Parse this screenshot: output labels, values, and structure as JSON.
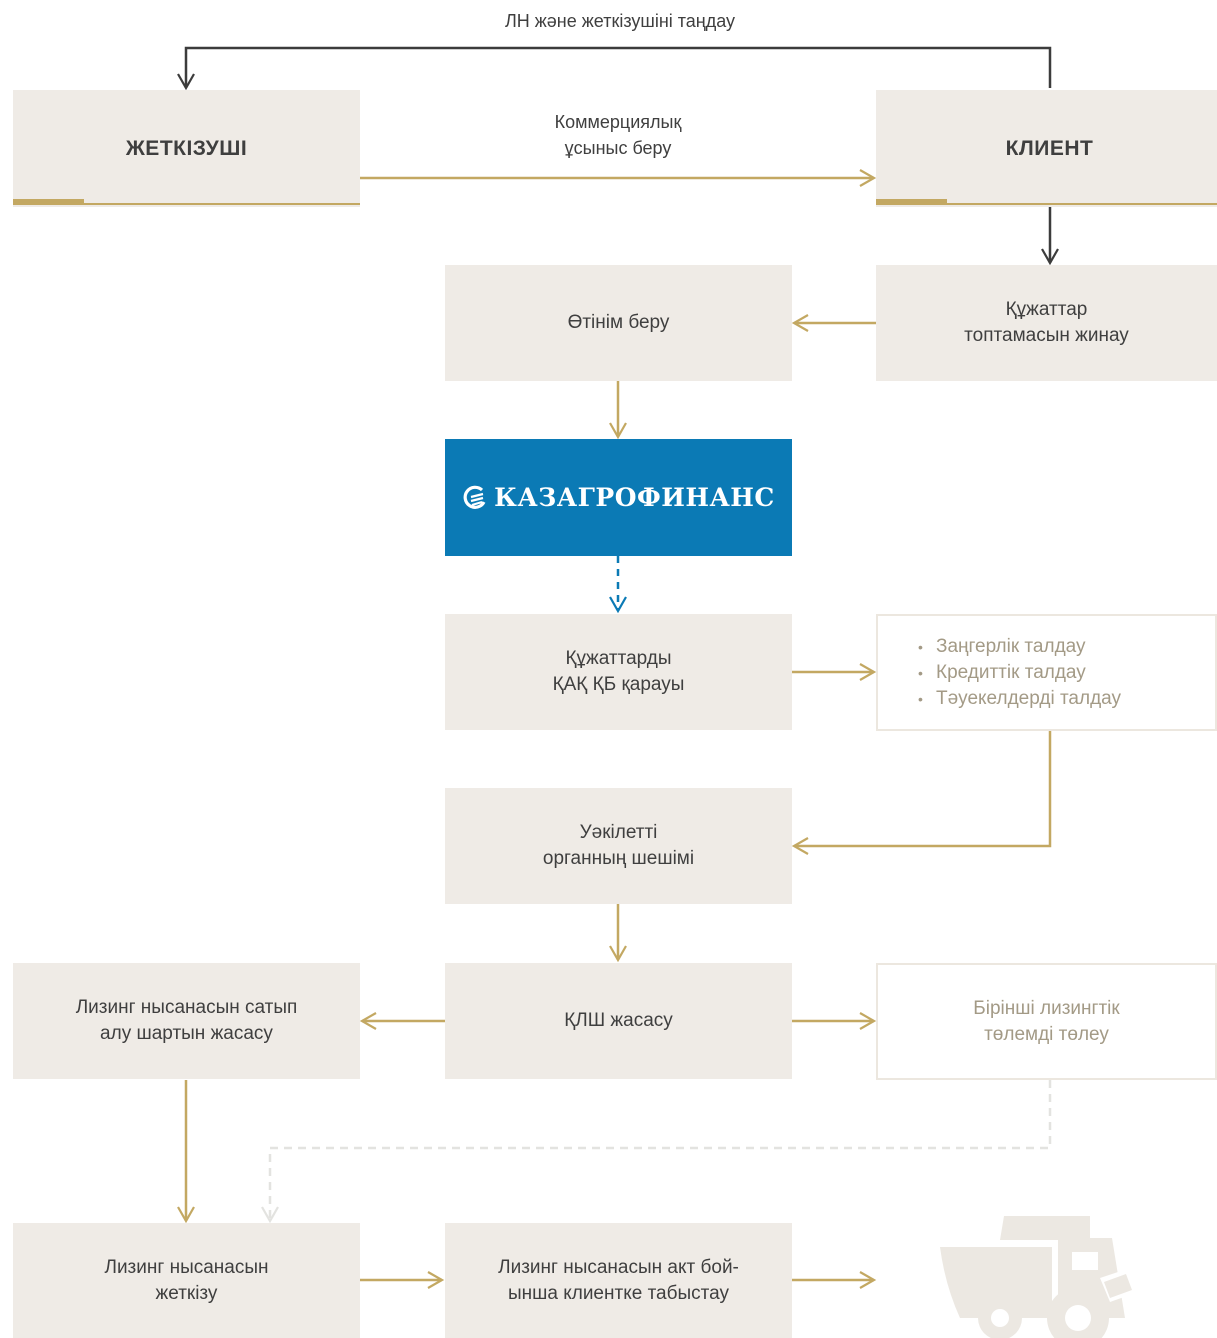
{
  "diagram": {
    "top_label": "ЛН және жеткізушіні таңдау",
    "commercial_label": "Коммерциялық\nұсыныс беру",
    "supplier": "ЖЕТКІЗУШІ",
    "client": "КЛИЕНТ",
    "collect_docs": "Құжаттар\nтоптамасын жинау",
    "submit_application": "Өтінім беру",
    "logo_text": "КАЗАГРОФИНАНС",
    "review_docs": "Құжаттарды\nҚАҚ ҚБ қарауы",
    "analysis_items": [
      "Заңгерлік талдау",
      "Кредиттік талдау",
      "Тәуекелдерді талдау"
    ],
    "decision": "Уәкілетті\nорганның шешімі",
    "purchase_contract": "Лизинг нысанасын сатып\nалу шартын жасасу",
    "leasing_contract": "ҚЛШ жасасу",
    "first_payment": "Бірінші лизингтік\nтөлемді төлеу",
    "delivery": "Лизинг нысанасын\nжеткізу",
    "handover": "Лизинг нысанасын акт бой-\nынша клиентке табыстау",
    "colors": {
      "gold": "#c3a862",
      "dark": "#3c3c3c",
      "blue": "#0b7ab5",
      "box": "#efebe6",
      "muted": "#a39a86"
    }
  }
}
